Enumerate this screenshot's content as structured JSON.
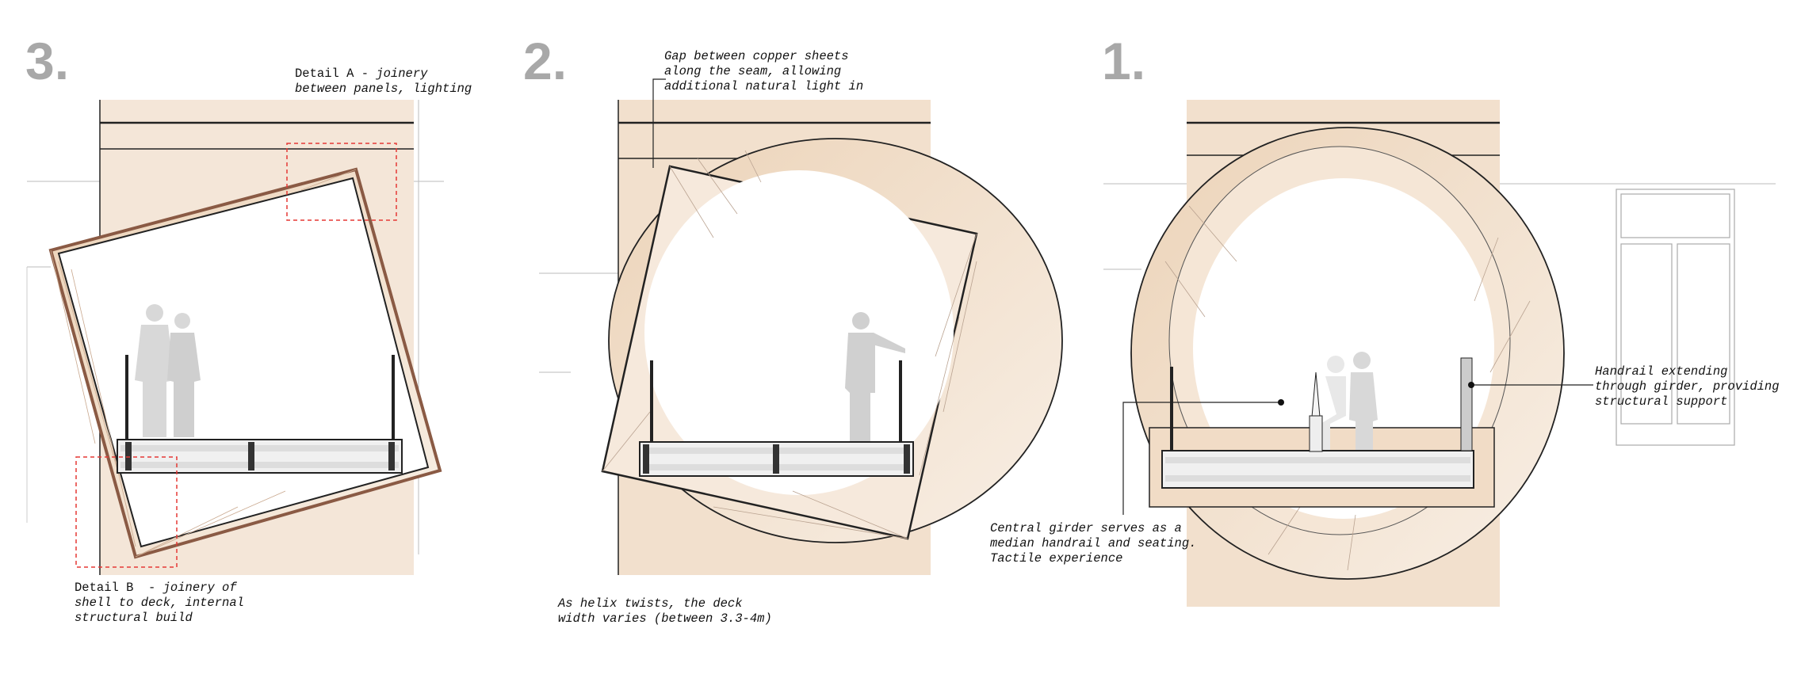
{
  "panels": [
    {
      "number": "3.",
      "notes": {
        "detail_a": {
          "title": "Detail A -",
          "text_1": " joinery",
          "text_2": "between panels, lighting"
        },
        "detail_b": {
          "title": "Detail B  -",
          "text_1": " joinery of",
          "text_2": "shell to deck, internal",
          "text_3": "structural build"
        }
      }
    },
    {
      "number": "2.",
      "notes": {
        "gap": {
          "line_1": "Gap between copper sheets",
          "line_2": "along the seam, allowing",
          "line_3": "additional natural light in"
        },
        "helix": {
          "line_1": "As helix twists, the deck",
          "line_2": "width varies (between 3.3-4m)"
        }
      }
    },
    {
      "number": "1.",
      "notes": {
        "girder": {
          "line_1": "Central girder serves as a",
          "line_2": "median handrail and seating.",
          "line_3": "Tactile experience"
        },
        "handrail": {
          "line_1": "Handrail extending",
          "line_2": "through girder, providing",
          "line_3": "structural support"
        }
      }
    }
  ],
  "colors": {
    "shell": "#f1dcc6",
    "shell_light": "#f7ebde",
    "copper": "#8a5a44",
    "detail_box": "#e53935",
    "figure": "#c9c9c9"
  }
}
